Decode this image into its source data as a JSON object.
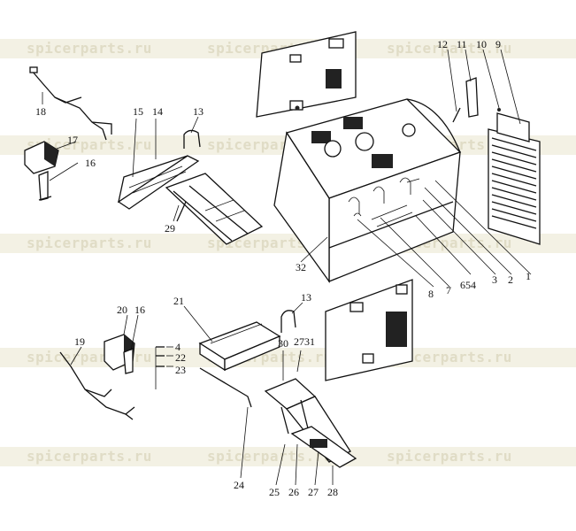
{
  "watermark": {
    "text": "spicerparts.ru",
    "band_color": "#f3f1e4",
    "text_color": "#e0dcc6"
  },
  "callouts": [
    {
      "id": "c12",
      "label": "12"
    },
    {
      "id": "c11",
      "label": "11"
    },
    {
      "id": "c10",
      "label": "10"
    },
    {
      "id": "c9",
      "label": "9"
    },
    {
      "id": "c18",
      "label": "18"
    },
    {
      "id": "c15",
      "label": "15"
    },
    {
      "id": "c14",
      "label": "14"
    },
    {
      "id": "c13a",
      "label": "13"
    },
    {
      "id": "c17",
      "label": "17"
    },
    {
      "id": "c16a",
      "label": "16"
    },
    {
      "id": "c29",
      "label": "29"
    },
    {
      "id": "c32",
      "label": "32"
    },
    {
      "id": "c8",
      "label": "8"
    },
    {
      "id": "c7",
      "label": "7"
    },
    {
      "id": "c654",
      "label": "654"
    },
    {
      "id": "c3",
      "label": "3"
    },
    {
      "id": "c2",
      "label": "2"
    },
    {
      "id": "c1",
      "label": "1"
    },
    {
      "id": "c21",
      "label": "21"
    },
    {
      "id": "c13b",
      "label": "13"
    },
    {
      "id": "c20",
      "label": "20"
    },
    {
      "id": "c16b",
      "label": "16"
    },
    {
      "id": "c19",
      "label": "19"
    },
    {
      "id": "c4",
      "label": "4"
    },
    {
      "id": "c22",
      "label": "22"
    },
    {
      "id": "c23",
      "label": "23"
    },
    {
      "id": "c30",
      "label": "30"
    },
    {
      "id": "c2731",
      "label": "2731"
    },
    {
      "id": "c24",
      "label": "24"
    },
    {
      "id": "c25",
      "label": "25"
    },
    {
      "id": "c26",
      "label": "26"
    },
    {
      "id": "c27",
      "label": "27"
    },
    {
      "id": "c28",
      "label": "28"
    }
  ]
}
